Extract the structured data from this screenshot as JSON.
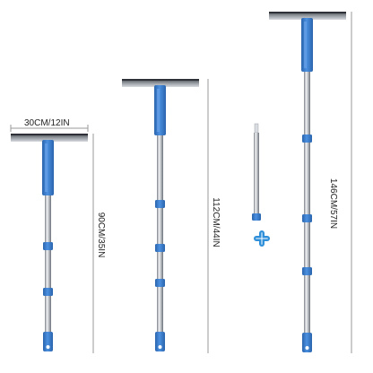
{
  "dimensions": {
    "width_label": "30CM/12IN",
    "length_short": "90CM/35IN",
    "length_medium": "112CM/44IN",
    "length_long": "146CM/57IN"
  },
  "colors": {
    "handle_blue": "#3a7fd0",
    "handle_blue_dark": "#2a64ad",
    "blade_dark": "#5a5f66",
    "blade_light": "#c9ced4",
    "steel_light": "#e8eaed",
    "steel_dark": "#7b8088",
    "dimension_line": "#9a9a9a",
    "plus_blue": "#2f8fd8"
  },
  "icons": {
    "plus": "plus-icon"
  }
}
